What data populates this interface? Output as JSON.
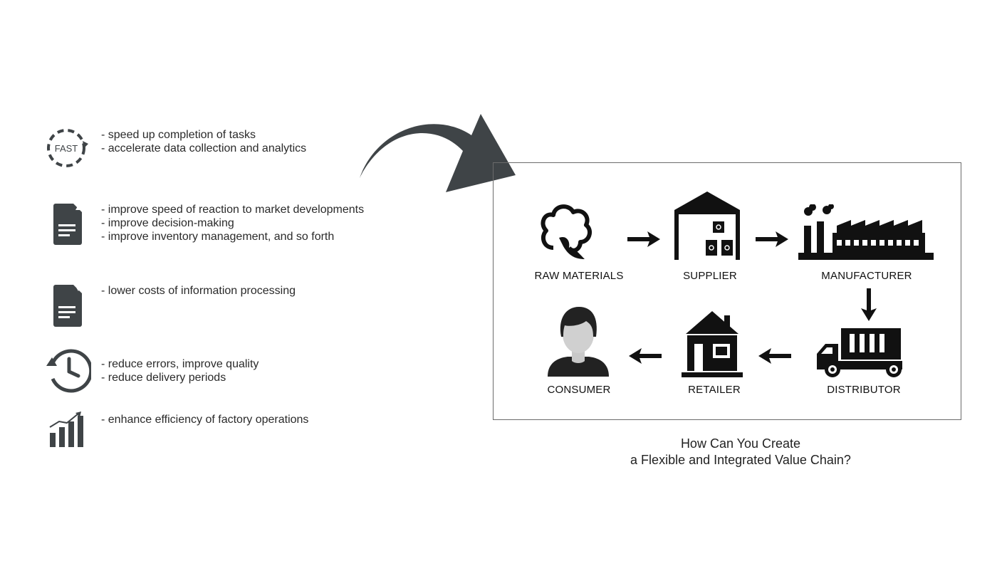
{
  "benefits": [
    {
      "icon": "fast-clock-icon",
      "lines": [
        "- speed up completion of tasks",
        "- accelerate data collection and analytics"
      ],
      "icon_text": "FAST"
    },
    {
      "icon": "document-up-icon",
      "lines": [
        "- improve speed of reaction to market developments",
        "- improve decision-making",
        "- improve inventory management, and so forth"
      ]
    },
    {
      "icon": "document-down-icon",
      "lines": [
        "- lower costs of information processing"
      ]
    },
    {
      "icon": "history-clock-icon",
      "lines": [
        "- reduce errors, improve quality",
        "- reduce delivery periods"
      ]
    },
    {
      "icon": "growth-chart-icon",
      "lines": [
        "- enhance efficiency of factory operations"
      ]
    }
  ],
  "chain": {
    "nodes": [
      {
        "id": "raw",
        "label": "RAW MATERIALS",
        "icon": "cotton-icon"
      },
      {
        "id": "supplier",
        "label": "SUPPLIER",
        "icon": "warehouse-icon"
      },
      {
        "id": "manufacturer",
        "label": "MANUFACTURER",
        "icon": "factory-icon"
      },
      {
        "id": "distributor",
        "label": "DISTRIBUTOR",
        "icon": "truck-icon"
      },
      {
        "id": "retailer",
        "label": "RETAILER",
        "icon": "store-icon"
      },
      {
        "id": "consumer",
        "label": "CONSUMER",
        "icon": "person-icon"
      }
    ]
  },
  "caption": {
    "line1": "How Can You Create",
    "line2": "a Flexible and Integrated Value Chain?"
  },
  "colors": {
    "icon_gray": "#3f4447",
    "chain_black": "#111111",
    "border": "#6b6b6b"
  }
}
